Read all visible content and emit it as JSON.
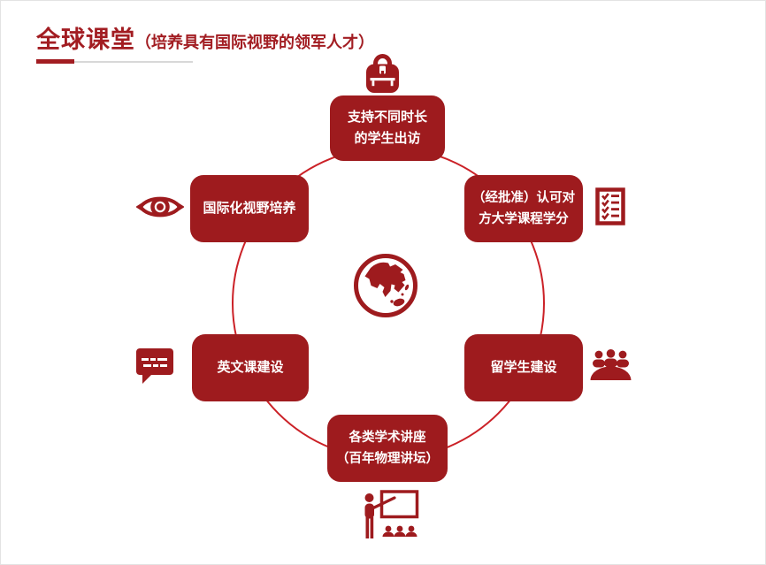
{
  "title": {
    "main": "全球课堂",
    "subtitle": "（培养具有国际视野的领军人才）"
  },
  "colors": {
    "box_red": "#9E1B1E",
    "ring_red": "#CB2127",
    "title_red": "#A21D22",
    "divider_gray": "#D8D8D8",
    "text_white": "#FFFFFF"
  },
  "diagram": {
    "center_icon": "globe-asia-icon",
    "layout": "six nodes on a circle",
    "nodes": [
      {
        "id": "student-visits",
        "position": "top",
        "icon": "backpack-icon",
        "label_lines": [
          "支持不同时长",
          "的学生出访"
        ]
      },
      {
        "id": "credit-transfer",
        "position": "top-right",
        "icon": "checklist-icon",
        "label_lines": [
          "（经批准）认可对",
          "方大学课程学分"
        ]
      },
      {
        "id": "intl-students",
        "position": "right",
        "icon": "meeting-people-icon",
        "label_lines": [
          "留学生建设"
        ]
      },
      {
        "id": "lectures",
        "position": "bottom",
        "icon": "lecture-teacher-icon",
        "label_lines": [
          "各类学术讲座",
          "（百年物理讲坛）"
        ]
      },
      {
        "id": "english-courses",
        "position": "left",
        "icon": "speech-bubble-icon",
        "label_lines": [
          "英文课建设"
        ]
      },
      {
        "id": "intl-vision",
        "position": "top-left",
        "icon": "eye-icon",
        "label_lines": [
          "国际化视野培养"
        ]
      }
    ]
  }
}
